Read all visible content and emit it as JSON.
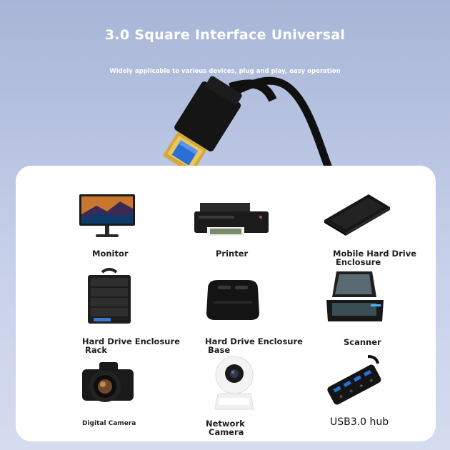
{
  "header": {
    "title": "3.0 Square Interface Universal",
    "subtitle": "Widely applicable to various devices, plug and play, easy operation"
  },
  "devices": [
    {
      "line1": "Monitor",
      "line2": "",
      "icon": "monitor-icon"
    },
    {
      "line1": "Printer",
      "line2": "",
      "icon": "printer-icon"
    },
    {
      "line1": "Mobile Hard Drive",
      "line2": "Enclosure",
      "icon": "hdd-enclosure-icon"
    },
    {
      "line1": "Hard Drive Enclosure",
      "line2": "Rack",
      "icon": "drive-rack-icon"
    },
    {
      "line1": "Hard Drive Enclosure",
      "line2": "Base",
      "icon": "drive-dock-icon"
    },
    {
      "line1": "Scanner",
      "line2": "",
      "icon": "scanner-icon"
    },
    {
      "line1": "Digital Camera",
      "line2": "",
      "icon": "camera-icon"
    },
    {
      "line1": "Network",
      "line2": "Camera",
      "icon": "network-camera-icon"
    },
    {
      "line1": "USB3.0 hub",
      "line2": "",
      "icon": "usb-hub-icon"
    }
  ],
  "colors": {
    "panel": "#ffffff",
    "connector_gold": "#d4a83a",
    "connector_blue": "#2a6fd6"
  }
}
